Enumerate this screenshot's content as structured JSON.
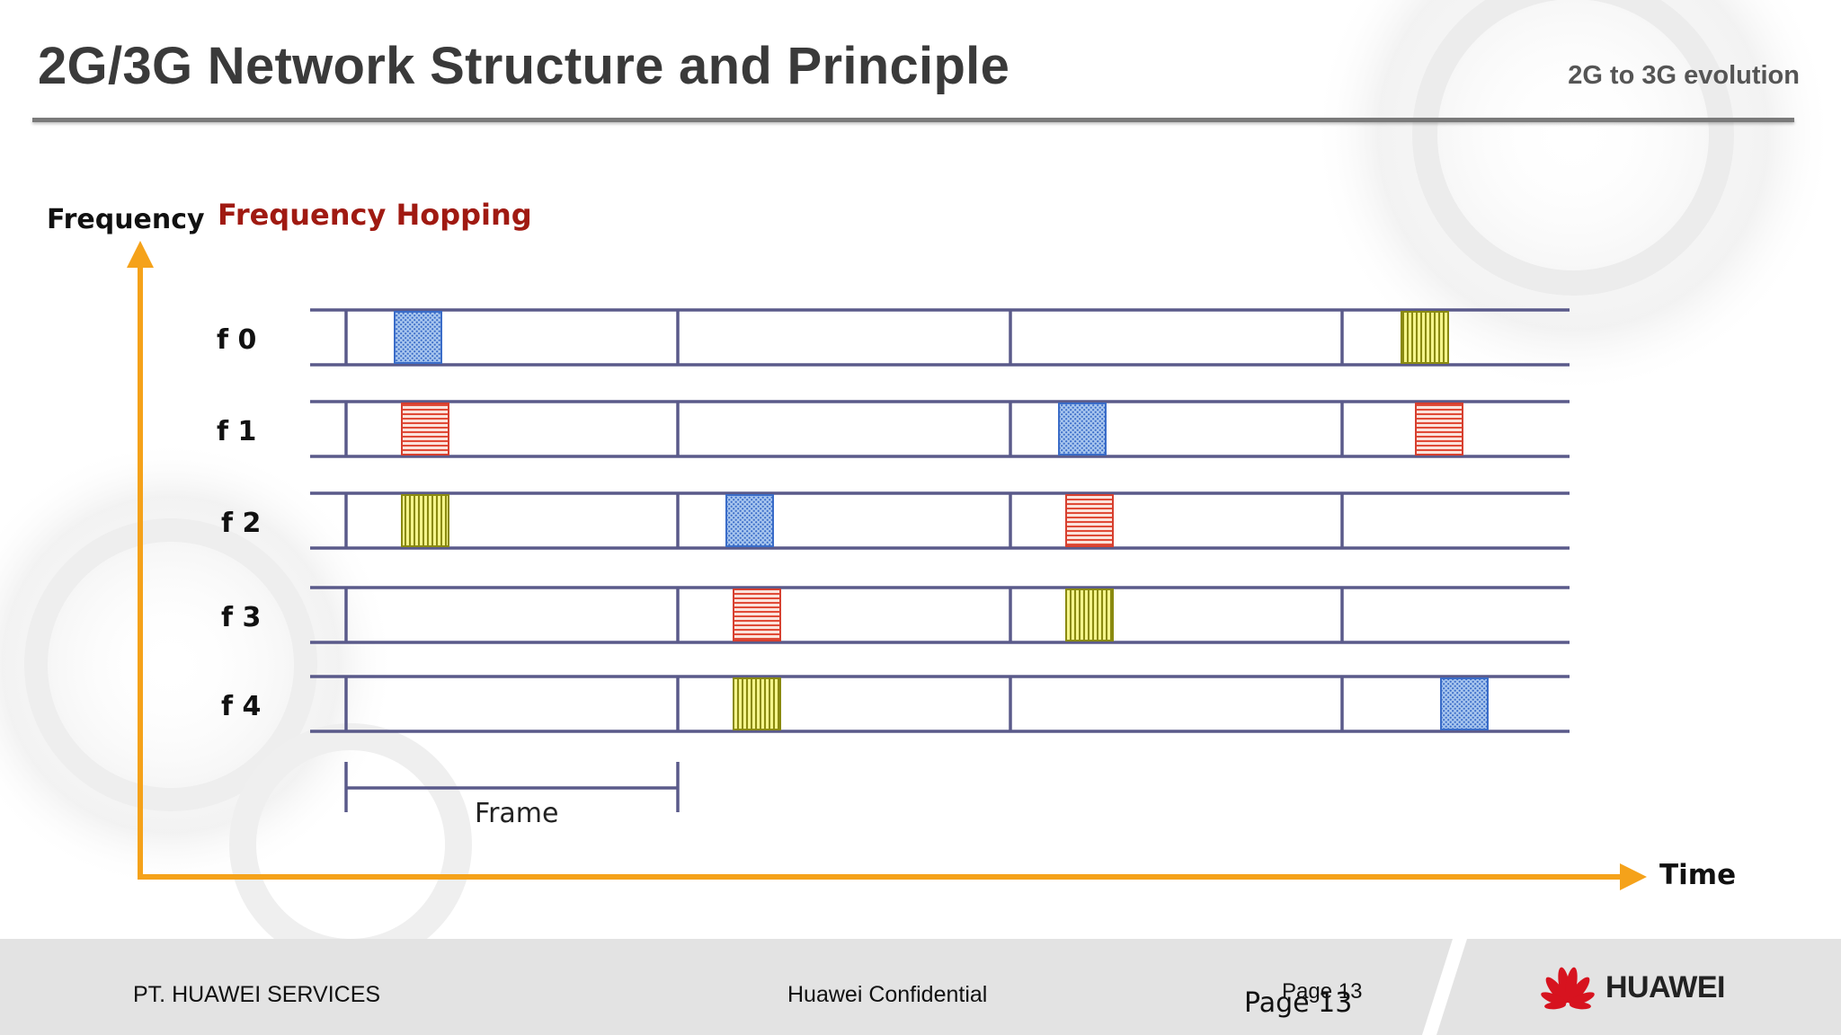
{
  "slide": {
    "title": "2G/3G Network Structure and Principle",
    "subtitle": "2G to 3G evolution"
  },
  "diagram": {
    "heading": "Frequency Hopping",
    "y_axis_label": "Frequency",
    "x_axis_label": "Time",
    "frame_label": "Frame",
    "frequencies": [
      "f 0",
      "f 1",
      "f 2",
      "f 3",
      "f 4"
    ],
    "frames": 4,
    "bursts": [
      {
        "frame": 0,
        "freq": 0,
        "pattern": "dotted"
      },
      {
        "frame": 0,
        "freq": 1,
        "pattern": "horizontal"
      },
      {
        "frame": 0,
        "freq": 2,
        "pattern": "vertical"
      },
      {
        "frame": 1,
        "freq": 2,
        "pattern": "dotted"
      },
      {
        "frame": 1,
        "freq": 3,
        "pattern": "horizontal"
      },
      {
        "frame": 1,
        "freq": 4,
        "pattern": "vertical"
      },
      {
        "frame": 2,
        "freq": 1,
        "pattern": "dotted"
      },
      {
        "frame": 2,
        "freq": 2,
        "pattern": "horizontal"
      },
      {
        "frame": 2,
        "freq": 3,
        "pattern": "vertical"
      },
      {
        "frame": 3,
        "freq": 4,
        "pattern": "dotted"
      },
      {
        "frame": 3,
        "freq": 1,
        "pattern": "horizontal"
      },
      {
        "frame": 3,
        "freq": 0,
        "pattern": "vertical"
      }
    ],
    "colors": {
      "axis": "#f5a21a",
      "grid": "#5a5a8a",
      "heading": "#a01a12",
      "dotted_fill": "#6aa0e0",
      "dotted_stroke": "#3a6cc8",
      "horizontal_fill": "#f0a090",
      "horizontal_stroke": "#d64030",
      "vertical_fill": "#e8e840",
      "vertical_stroke": "#8a8a10"
    }
  },
  "footer": {
    "company": "PT. HUAWEI SERVICES",
    "confidential": "Huawei Confidential",
    "page_small": "Page 13",
    "page_large": "Page 13",
    "brand": "HUAWEI"
  }
}
